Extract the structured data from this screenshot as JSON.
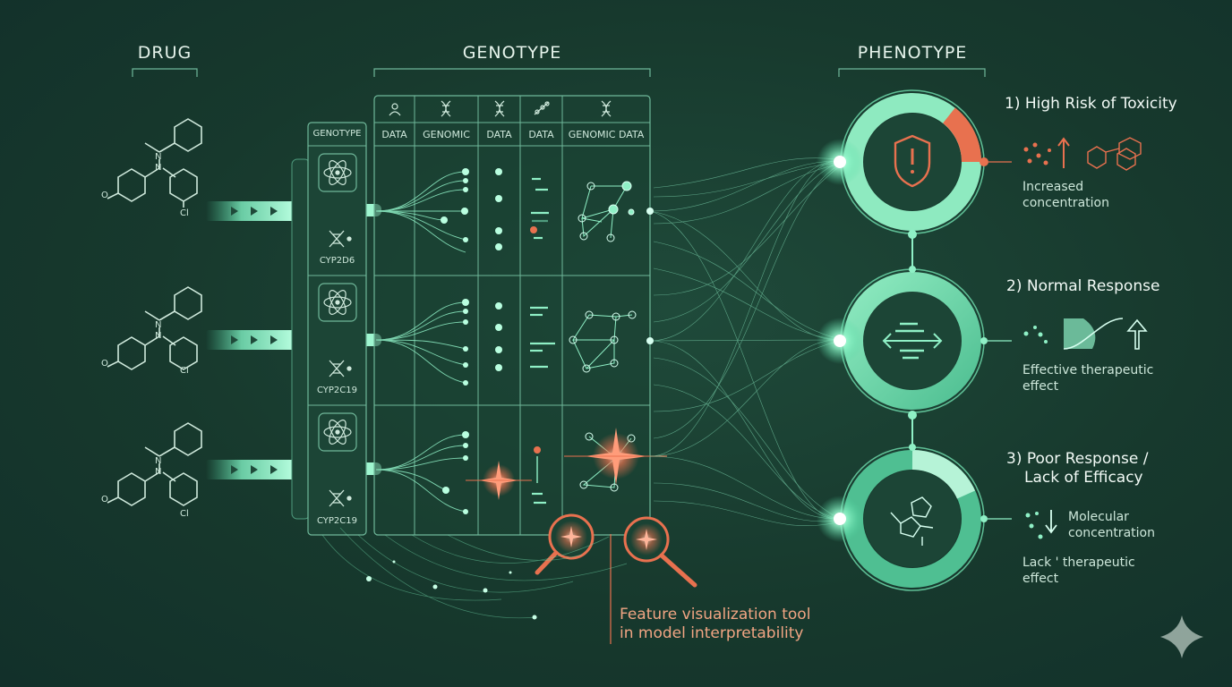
{
  "headers": {
    "drug": "DRUG",
    "genotype": "GENOTYPE",
    "phenotype": "PHENOTYPE"
  },
  "genotype_column": {
    "header": "GENOTYPE",
    "genes": [
      "CYP2D6",
      "CYP2C19",
      "CYP2C19"
    ]
  },
  "table_columns": [
    "DATA",
    "GENOMIC",
    "DATA",
    "DATA",
    "GENOMIC DATA"
  ],
  "drug_atoms": {
    "chlorine": "Cl",
    "nitrogen": "N",
    "oxygen": "O"
  },
  "results": [
    {
      "title": "1) High Risk of Toxicity",
      "desc_line1": "Increased",
      "desc_line2": "concentration"
    },
    {
      "title": "2) Normal Response",
      "desc_line1": "Effective therapeutic",
      "desc_line2": "effect"
    },
    {
      "title_line1": "3) Poor Response /",
      "title_line2": "Lack of Efficacy",
      "desc_a_line1": "Molecular",
      "desc_a_line2": "concentration",
      "desc_b_line1": "Lack ' therapeutic",
      "desc_b_line2": "effect"
    }
  ],
  "annotation": {
    "line1": "Feature visualization tool",
    "line2": "in model interpretability"
  },
  "colors": {
    "background": "#17392d",
    "accent_green": "#7ff0c2",
    "accent_orange": "#e8714f",
    "line_green": "#6fb89a"
  }
}
